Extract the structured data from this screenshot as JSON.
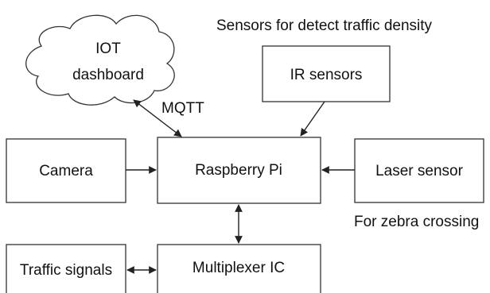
{
  "title": "Sensors for detect traffic density",
  "cloud": {
    "line1": "IOT",
    "line2": "dashboard"
  },
  "nodes": {
    "ir_sensors": "IR sensors",
    "camera": "Camera",
    "raspberry_pi": "Raspberry Pi",
    "laser_sensor": "Laser sensor",
    "traffic_signals": "Traffic signals",
    "multiplexer": "Multiplexer IC"
  },
  "edge_labels": {
    "mqtt": "MQTT"
  },
  "notes": {
    "zebra": "For zebra crossing"
  },
  "colors": {
    "stroke": "#333333",
    "text": "#111111",
    "background": "#ffffff"
  }
}
